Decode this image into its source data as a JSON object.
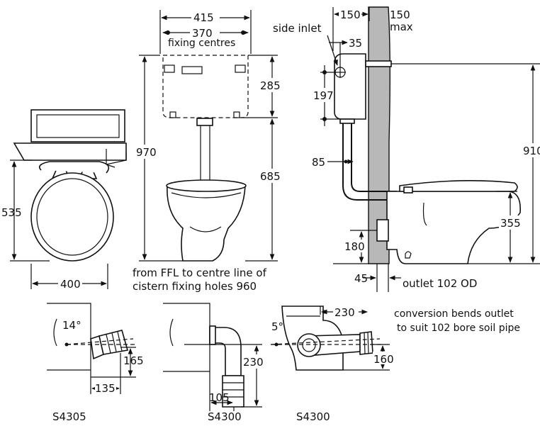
{
  "front_view": {
    "width": "400",
    "height": "535"
  },
  "cistern_view": {
    "overall_width": "415",
    "fixing_centres": "370",
    "fixing_centres_label": "fixing centres",
    "cistern_height": "285",
    "overall_height": "970",
    "pipe_height": "685",
    "note_line1": "from FFL to centre line of",
    "note_line2": "cistern fixing holes 960"
  },
  "side_view": {
    "side_inlet": "side inlet",
    "depth": "150",
    "max_value": "150",
    "max_label": "max",
    "inlet_offset": "35",
    "inlet_height": "197",
    "pipe_offset": "85",
    "overall_height": "910",
    "seat_height": "355",
    "outlet_height": "180",
    "outlet_projection": "45",
    "outlet": "outlet 102 OD"
  },
  "conversion_note": {
    "line1": "conversion bends outlet",
    "line2": "to suit 102 bore soil pipe"
  },
  "bends": [
    {
      "code": "S4305",
      "angle": "14°",
      "dim_a": "165",
      "dim_b": "135"
    },
    {
      "code": "S4300",
      "dim_a": "230",
      "dim_b": "105"
    },
    {
      "code": "S4300",
      "angle": "5°",
      "dim_a": "230",
      "dim_b": "160"
    }
  ]
}
